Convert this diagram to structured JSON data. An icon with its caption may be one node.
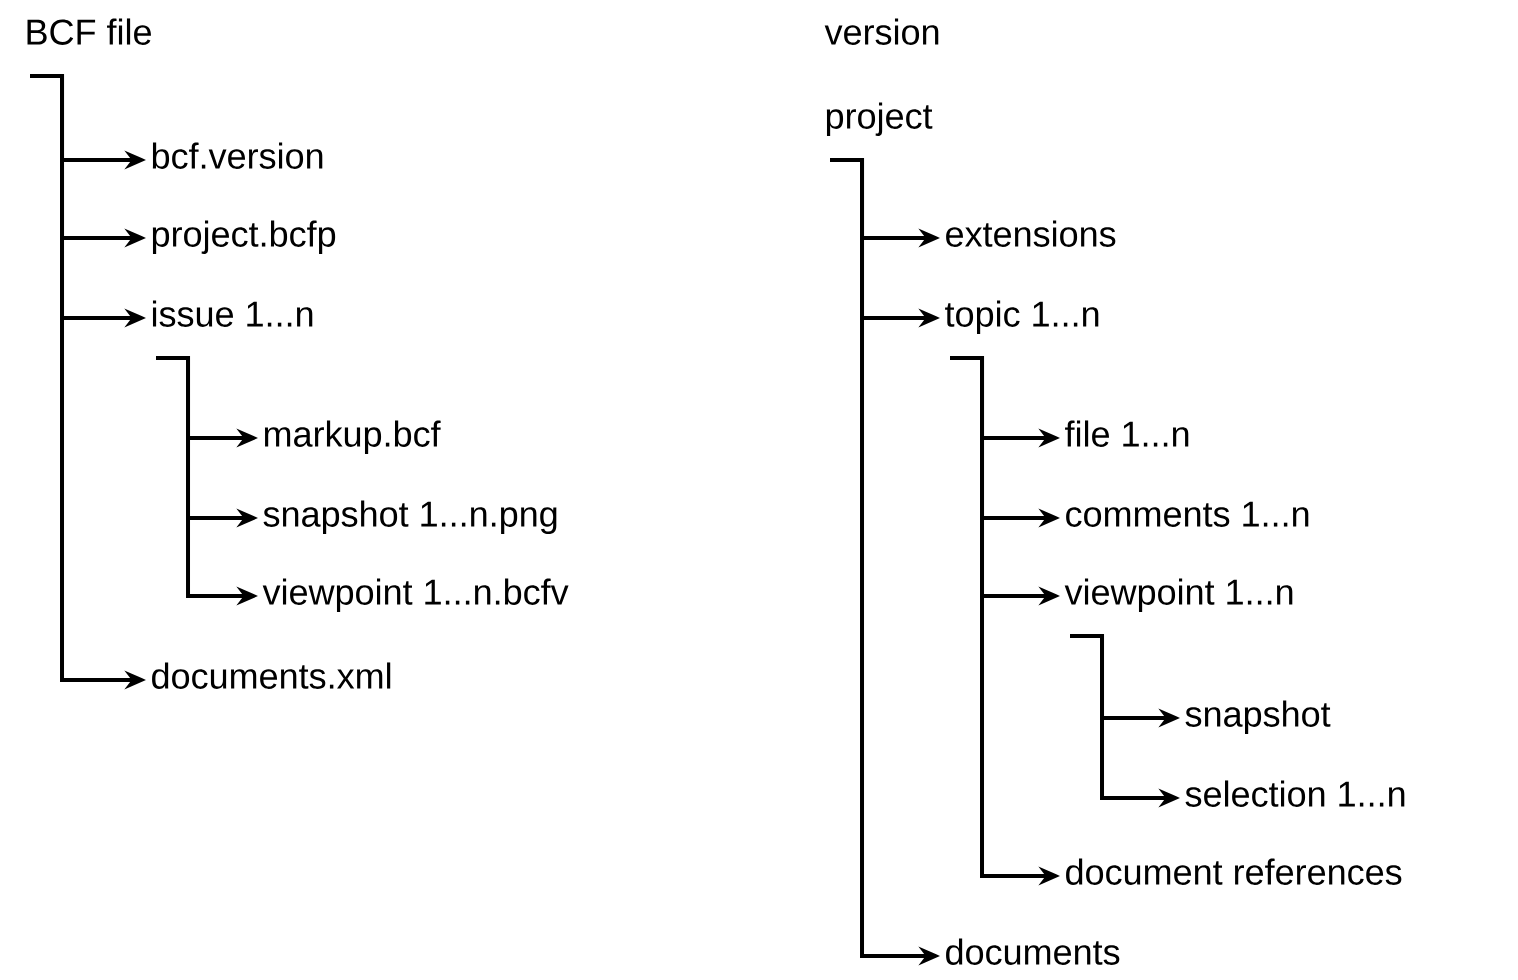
{
  "diagram": {
    "nodes": [
      {
        "text": [
          "BCF file"
        ]
      },
      {
        "text": [
          "bcf.version"
        ]
      },
      {
        "text": [
          "project.bcfp"
        ]
      },
      {
        "text": [
          "issue 1...n"
        ]
      },
      {
        "text": [
          "markup.bcf"
        ]
      },
      {
        "text": [
          "snapshot 1...n.png"
        ]
      },
      {
        "text": [
          "viewpoint 1...n.bcfv"
        ]
      },
      {
        "text": [
          "documents.xml"
        ]
      },
      {
        "text": [
          "version"
        ]
      },
      {
        "text": [
          "project"
        ]
      },
      {
        "text": [
          "extensions"
        ]
      },
      {
        "text": [
          "topic 1...n"
        ]
      },
      {
        "text": [
          "file 1...n"
        ]
      },
      {
        "text": [
          "comments 1...n"
        ]
      },
      {
        "text": [
          "viewpoint 1...n"
        ]
      },
      {
        "text": [
          "snapshot"
        ]
      },
      {
        "text": [
          "selection 1...n"
        ]
      },
      {
        "text": [
          "document references"
        ]
      },
      {
        "text": [
          "documents"
        ]
      }
    ],
    "edges": [
      {
        "from": 0,
        "to": 1,
        "arrow": "to"
      },
      {
        "from": 0,
        "to": 2,
        "arrow": "to"
      },
      {
        "from": 0,
        "to": 3,
        "arrow": "to"
      },
      {
        "from": 3,
        "to": 4,
        "arrow": "to"
      },
      {
        "from": 3,
        "to": 5,
        "arrow": "to"
      },
      {
        "from": 3,
        "to": 6,
        "arrow": "to"
      },
      {
        "from": 0,
        "to": 7,
        "arrow": "to"
      },
      {
        "from": 9,
        "to": 10,
        "arrow": "to"
      },
      {
        "from": 9,
        "to": 11,
        "arrow": "to"
      },
      {
        "from": 11,
        "to": 12,
        "arrow": "to"
      },
      {
        "from": 11,
        "to": 13,
        "arrow": "to"
      },
      {
        "from": 11,
        "to": 14,
        "arrow": "to"
      },
      {
        "from": 14,
        "to": 15,
        "arrow": "to"
      },
      {
        "from": 14,
        "to": 16,
        "arrow": "to"
      },
      {
        "from": 11,
        "to": 17,
        "arrow": "to"
      },
      {
        "from": 9,
        "to": 18,
        "arrow": "to"
      }
    ]
  }
}
